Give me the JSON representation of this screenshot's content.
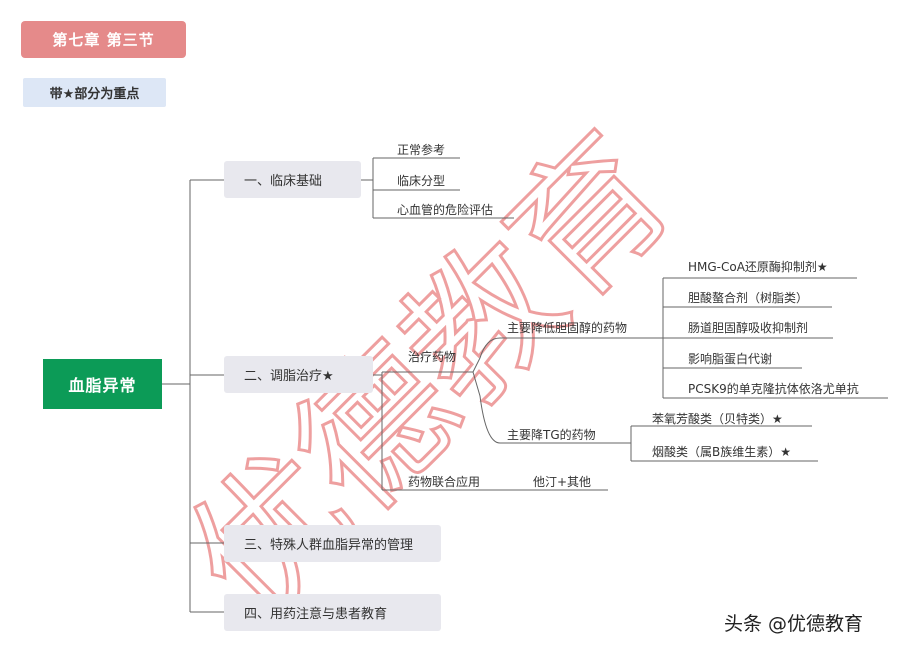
{
  "header": {
    "chapter": "第七章 第三节",
    "key_note": "带★部分为重点"
  },
  "root": {
    "label": "血脂异常"
  },
  "branches": [
    {
      "label": "一、临床基础",
      "children": [
        "正常参考",
        "临床分型",
        "心血管的危险评估"
      ]
    },
    {
      "label": "二、调脂治疗★",
      "treatment": {
        "label": "治疗药物",
        "groups": [
          {
            "label": "主要降低胆固醇的药物",
            "items": [
              "HMG-CoA还原酶抑制剂★",
              "胆酸螯合剂（树脂类）",
              "肠道胆固醇吸收抑制剂",
              "影响脂蛋白代谢",
              "PCSK9的单克隆抗体依洛尤单抗"
            ]
          },
          {
            "label": "主要降TG的药物",
            "items": [
              "苯氧芳酸类（贝特类）★",
              "烟酸类（属B族维生素）★"
            ]
          }
        ]
      },
      "combination": {
        "label": "药物联合应用",
        "value": "他汀+其他"
      }
    },
    {
      "label": "三、特殊人群血脂异常的管理"
    },
    {
      "label": "四、用药注意与患者教育"
    }
  ],
  "watermark": {
    "text": "优德教育"
  },
  "footer": {
    "text": "头条 @优德教育"
  },
  "colors": {
    "root": "#0c9b57",
    "chapter": "#e58a8a",
    "keynote": "#dde7f6",
    "branch_bg": "#e8e8ee",
    "line": "#666666",
    "watermark": "#e05050"
  }
}
